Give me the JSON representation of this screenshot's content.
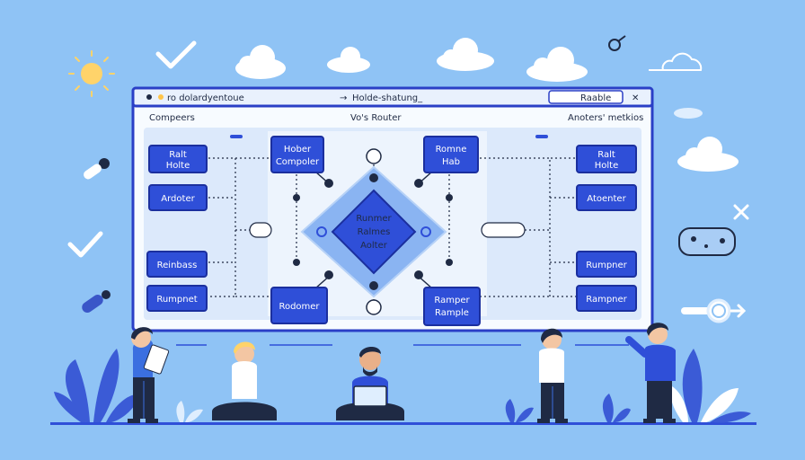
{
  "window": {
    "url_left": "ro dolardyentoue",
    "url_right": "Holde-shatung_",
    "tab_label": "Raable",
    "close_glyph": "✕"
  },
  "headers": {
    "left": "Compeers",
    "center": "Vo's Router",
    "right": "Anoters' metkios"
  },
  "left_nodes": [
    {
      "line1": "Ralt",
      "line2": "Holte"
    },
    {
      "line1": "Ardoter",
      "line2": ""
    },
    {
      "line1": "Reinbass",
      "line2": ""
    },
    {
      "line1": "Rumpnet",
      "line2": ""
    }
  ],
  "right_nodes": [
    {
      "line1": "Ralt",
      "line2": "Holte"
    },
    {
      "line1": "Atoenter",
      "line2": ""
    },
    {
      "line1": "Rumpner",
      "line2": ""
    },
    {
      "line1": "Rampner",
      "line2": ""
    }
  ],
  "center_nodes": {
    "top_left": {
      "line1": "Hober",
      "line2": "Compoler"
    },
    "top_right": {
      "line1": "Romne",
      "line2": "Hab"
    },
    "bottom_left": {
      "line1": "Rodomer",
      "line2": ""
    },
    "bottom_right": {
      "line1": "Ramper",
      "line2": "Rample"
    },
    "router": {
      "line1": "Runmer",
      "line2": "Ralmes",
      "line3": "Aolter"
    }
  },
  "colors": {
    "sky": "#8fc3f5",
    "node_fill": "#2f4fd8",
    "node_stroke": "#1b2f9e",
    "window_border": "#2a3fc6",
    "panel": "#dce9fb",
    "center_panel": "#edf4fd",
    "plant": "#3b5bd6"
  }
}
